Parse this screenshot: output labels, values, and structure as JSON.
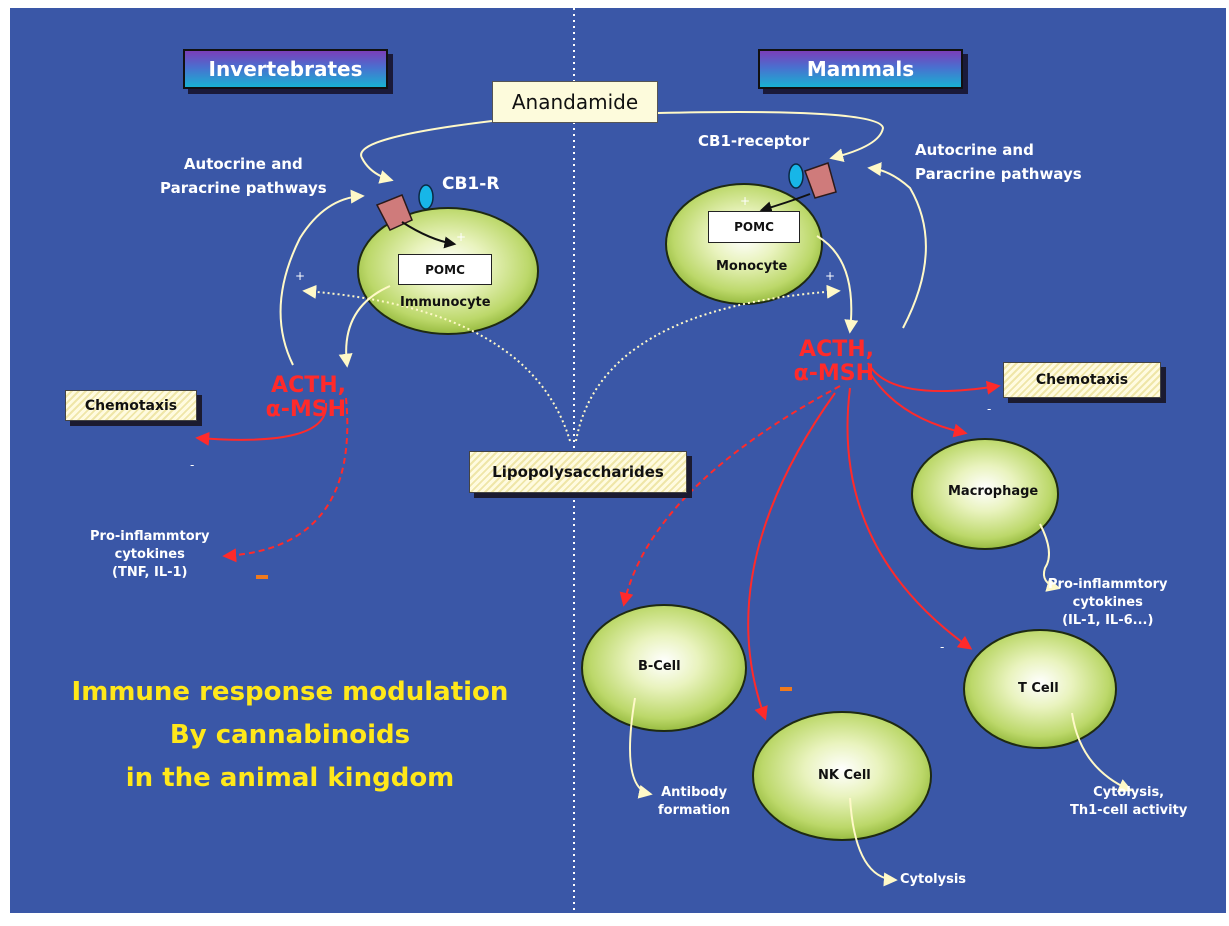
{
  "headers": {
    "left": "Invertebrates",
    "right": "Mammals"
  },
  "ligand": "Anandamide",
  "stimulus": "Lipopolysaccharides",
  "left": {
    "pathway": [
      "Autocrine and",
      "Paracrine pathways"
    ],
    "receptor": "CB1-R",
    "cell": "Immunocyte",
    "gene": "POMC",
    "hormones": [
      "ACTH,",
      "α-MSH"
    ],
    "chemotaxis": "Chemotaxis",
    "cytokines": [
      "Pro-inflammtory",
      "cytokines",
      "(TNF, IL-1)"
    ],
    "plus_signs": [
      "+",
      "+"
    ],
    "minus_signs": [
      "-"
    ]
  },
  "right": {
    "receptor": "CB1-receptor",
    "pathway": [
      "Autocrine and",
      "Paracrine pathways"
    ],
    "cell": "Monocyte",
    "gene": "POMC",
    "hormones": [
      "ACTH,",
      "α-MSH"
    ],
    "chemotaxis": "Chemotaxis",
    "macrophage": "Macrophage",
    "cytokines": [
      "Pro-inflammtory",
      "cytokines",
      "(IL-1, IL-6...)"
    ],
    "b_cell": "B-Cell",
    "antibody": [
      "Antibody",
      "formation"
    ],
    "nk_cell": "NK Cell",
    "nk_effect": "Cytolysis",
    "t_cell": "T Cell",
    "t_effect": [
      "Cytolysis,",
      "Th1-cell activity"
    ],
    "plus_signs": [
      "+",
      "+"
    ],
    "minus_signs": [
      "-",
      "-"
    ]
  },
  "title": [
    "Immune response modulation",
    "By cannabinoids",
    "in the animal kingdom"
  ],
  "colors": {
    "background": "#3a57a7",
    "cell_fill": "#c8e27a",
    "arrow_light": "#fff9c8",
    "arrow_red": "#ff2a2a",
    "title": "#ffe81a",
    "receptor": "#cf7b7b",
    "receptor_cap": "#17b6e8"
  }
}
